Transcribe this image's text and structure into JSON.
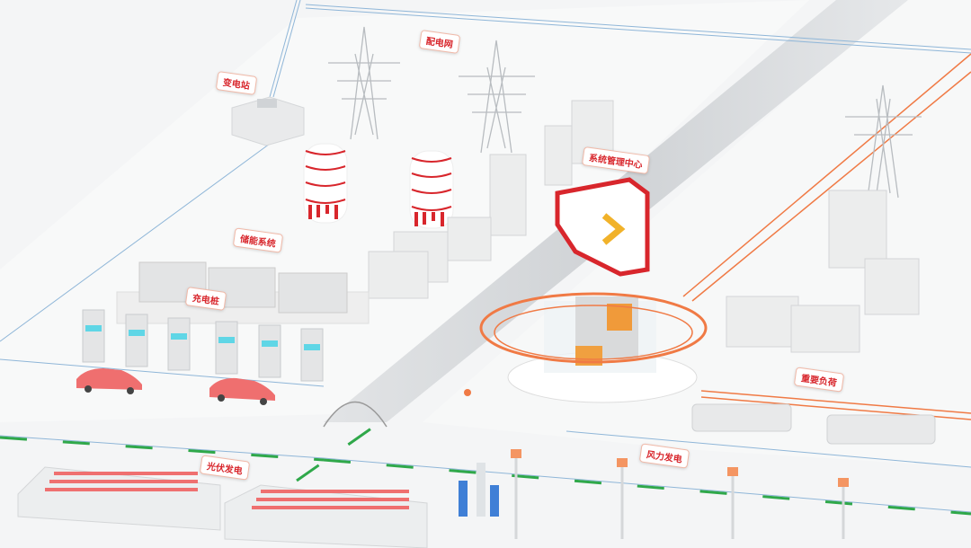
{
  "labels": {
    "substation": "变电站",
    "distribution_grid": "配电网",
    "management_center": "系统管理中心",
    "energy_storage": "储能系统",
    "charging_pile": "充电桩",
    "critical_load": "重要负荷",
    "wind_power": "风力发电",
    "solar_power": "光伏发电"
  },
  "colors": {
    "accent": "#d8262c",
    "line_orange": "#f07a45",
    "line_blue": "#8fb6d8",
    "line_green": "#2fa84a",
    "car": "#ef6f6f",
    "screen": "#5fd6e6"
  }
}
